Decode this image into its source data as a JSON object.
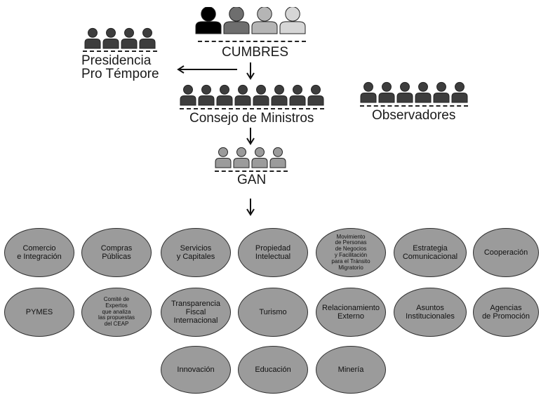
{
  "labels": {
    "cumbres": "CUMBRES",
    "presidencia": "Presidencia\nPro Témpore",
    "consejo": "Consejo de Ministros",
    "observadores": "Observadores",
    "gan": "GAN"
  },
  "colors": {
    "node_fill": "#9b9b9b",
    "dark_person": "#3d3d3d",
    "mid_person": "#6e6e6e",
    "light_person": "#b5b5b5",
    "black_person": "#000000",
    "outline": "#2f2f2f"
  },
  "groups": [
    {
      "name": "cumbres",
      "count": 4,
      "tones": [
        "black_person",
        "mid_person",
        "light_person",
        "#d6d6d6"
      ]
    },
    {
      "name": "presidencia",
      "count": 4,
      "tones": [
        "dark_person"
      ]
    },
    {
      "name": "consejo",
      "count": 8,
      "tones": [
        "dark_person"
      ]
    },
    {
      "name": "observadores",
      "count": 6,
      "tones": [
        "dark_person"
      ]
    },
    {
      "name": "gan",
      "count": 4,
      "tones": [
        "node_fill"
      ]
    }
  ],
  "committees": [
    "Comercio\ne Integración",
    "Compras\nPúblicas",
    "Servicios\ny Capitales",
    "Propiedad\nIntelectual",
    "Movimiento\nde Personas\nde Negocios\ny Facilitación\npara el Tránsito\nMigratorio",
    "Estrategia\nComunicacional",
    "Cooperación",
    "PYMES",
    "Comité de\nExpertos\nque analiza\nlas propuestas\ndel CEAP",
    "Transparencia\nFiscal\nInternacional",
    "Turismo",
    "Relacionamiento\nExterno",
    "Asuntos\nInstitucionales",
    "Agencias\nde Promoción",
    "Innovación",
    "Educación",
    "Minería"
  ]
}
